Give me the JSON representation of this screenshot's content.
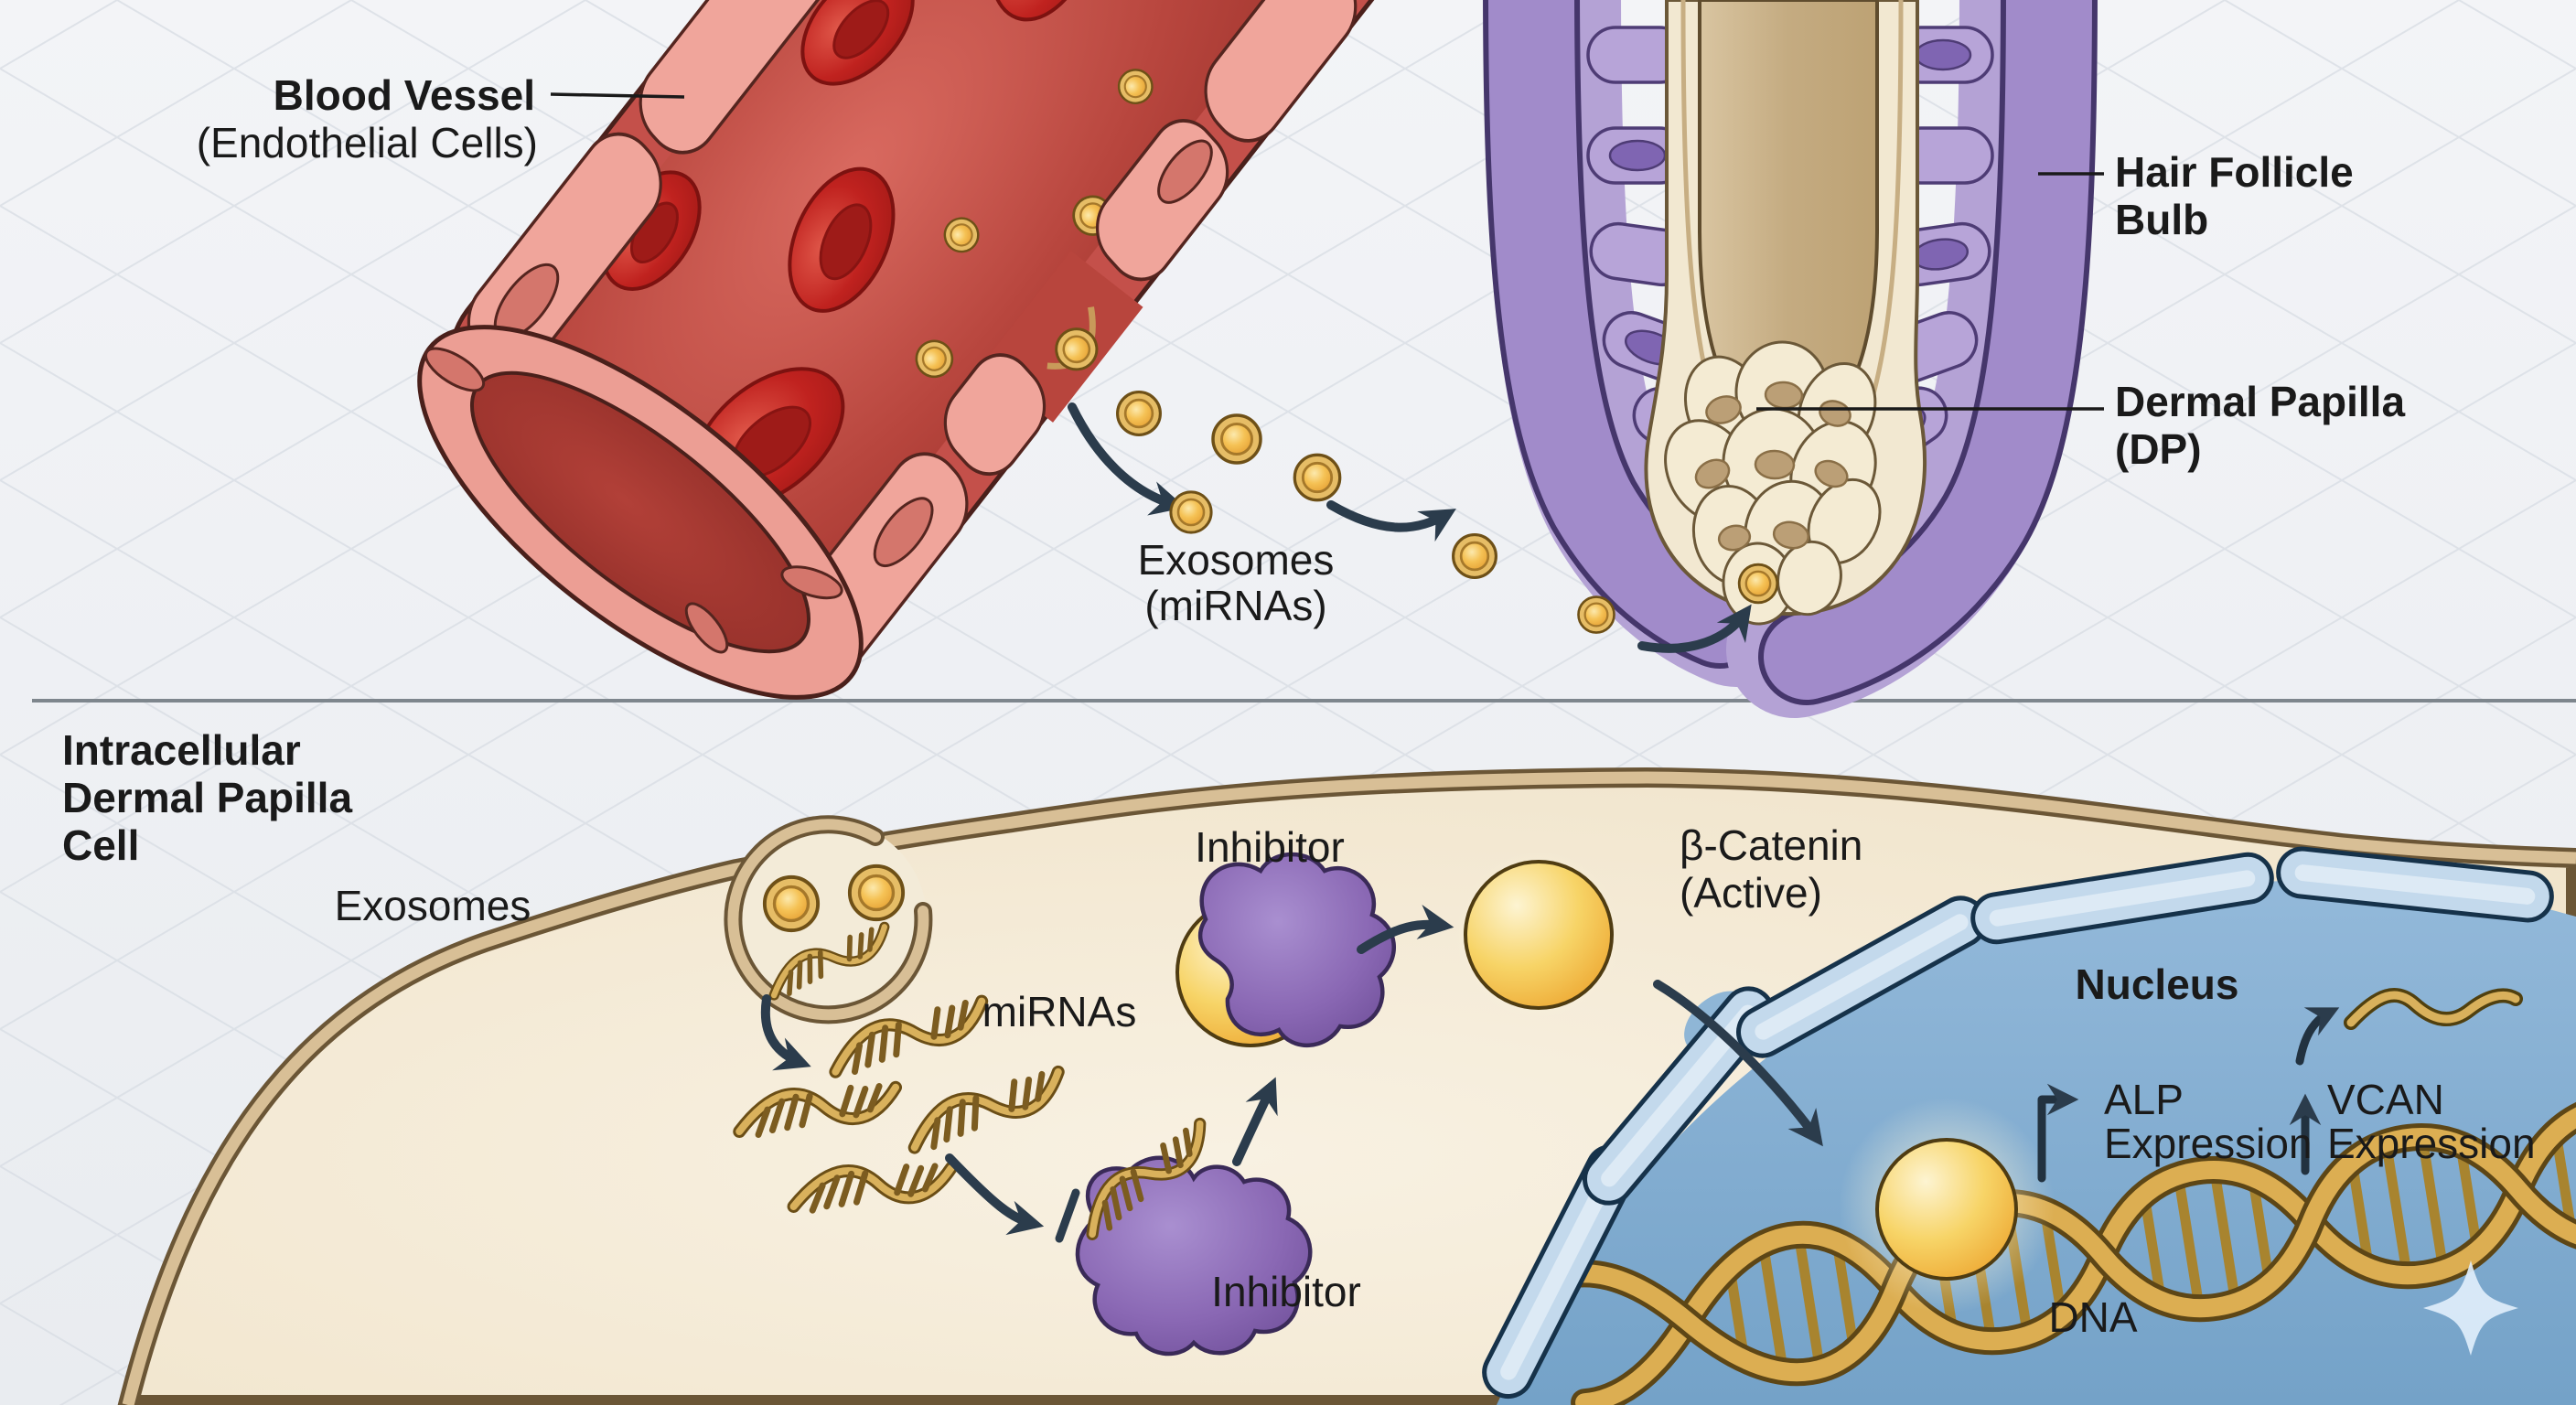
{
  "labels": {
    "blood_vessel": {
      "line1": "Blood Vessel",
      "line2": "(Endothelial Cells)"
    },
    "hair_follicle_bulb": {
      "line1": "Hair Follicle",
      "line2": "Bulb"
    },
    "dermal_papilla": {
      "line1": "Dermal Papilla",
      "line2": "(DP)"
    },
    "exosomes_mirnas": {
      "line1": "Exosomes",
      "line2": "(miRNAs)"
    },
    "intracellular_cell": {
      "line1": "Intracellular",
      "line2": "Dermal Papilla",
      "line3": "Cell"
    },
    "exosomes": "Exosomes",
    "mirnas": "miRNAs",
    "inhibitor_top": "Inhibitor",
    "inhibitor_bottom": "Inhibitor",
    "beta_catenin": {
      "line1": "β-Catenin",
      "line2": "(Active)"
    },
    "nucleus": "Nucleus",
    "alp": {
      "line1": "ALP",
      "line2": "Expression"
    },
    "vcan": {
      "line1": "VCAN",
      "line2": "Expression"
    },
    "dna": "DNA"
  },
  "colors": {
    "background": "#eef1f4",
    "grid": "#d7dce3",
    "divider": "#7e868d",
    "text": "#1a1a1a",
    "arrow": "#2b3c4c",
    "vessel_red": "#c4504a",
    "rbc_red": "#b52320",
    "exosome_gold": "#e6bd66",
    "follicle_purple": "#a18bca",
    "follicle_cell_purple": "#b7a4d8",
    "sheath_cream": "#f2e8d1",
    "hair_shaft_tan": "#c9b28b",
    "cell_cream": "#f5ecd9",
    "membrane_tan": "#d8bf96",
    "inhibitor_purple": "#8a68b4",
    "beta_catenin_yellow": "#f2b93f",
    "nucleus_blue": "#82abce",
    "nucleus_membrane": "#c3d9ec",
    "dna_gold": "#dcae52",
    "sparkle": "#dfeefb"
  }
}
